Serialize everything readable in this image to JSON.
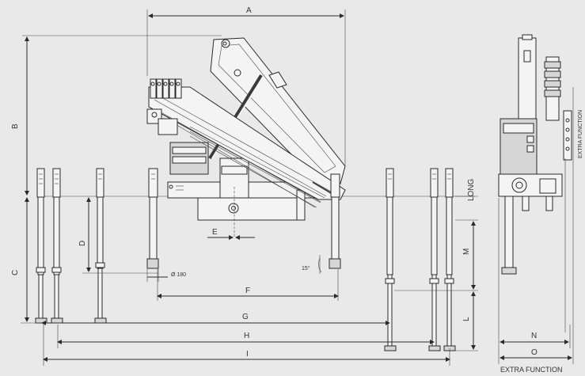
{
  "dimension_labels": {
    "A": "A",
    "B": "B",
    "C": "C",
    "D": "D",
    "E": "E",
    "F": "F",
    "G": "G",
    "H": "H",
    "I": "I",
    "L": "L",
    "M": "M",
    "N": "N",
    "O": "O"
  },
  "annotations": {
    "long": "LONG",
    "diameter": "Ø 180",
    "angle": "15°",
    "extra_function_bottom": "EXTRA FUNCTION",
    "extra_function_side": "EXTRA FUNCTION"
  }
}
